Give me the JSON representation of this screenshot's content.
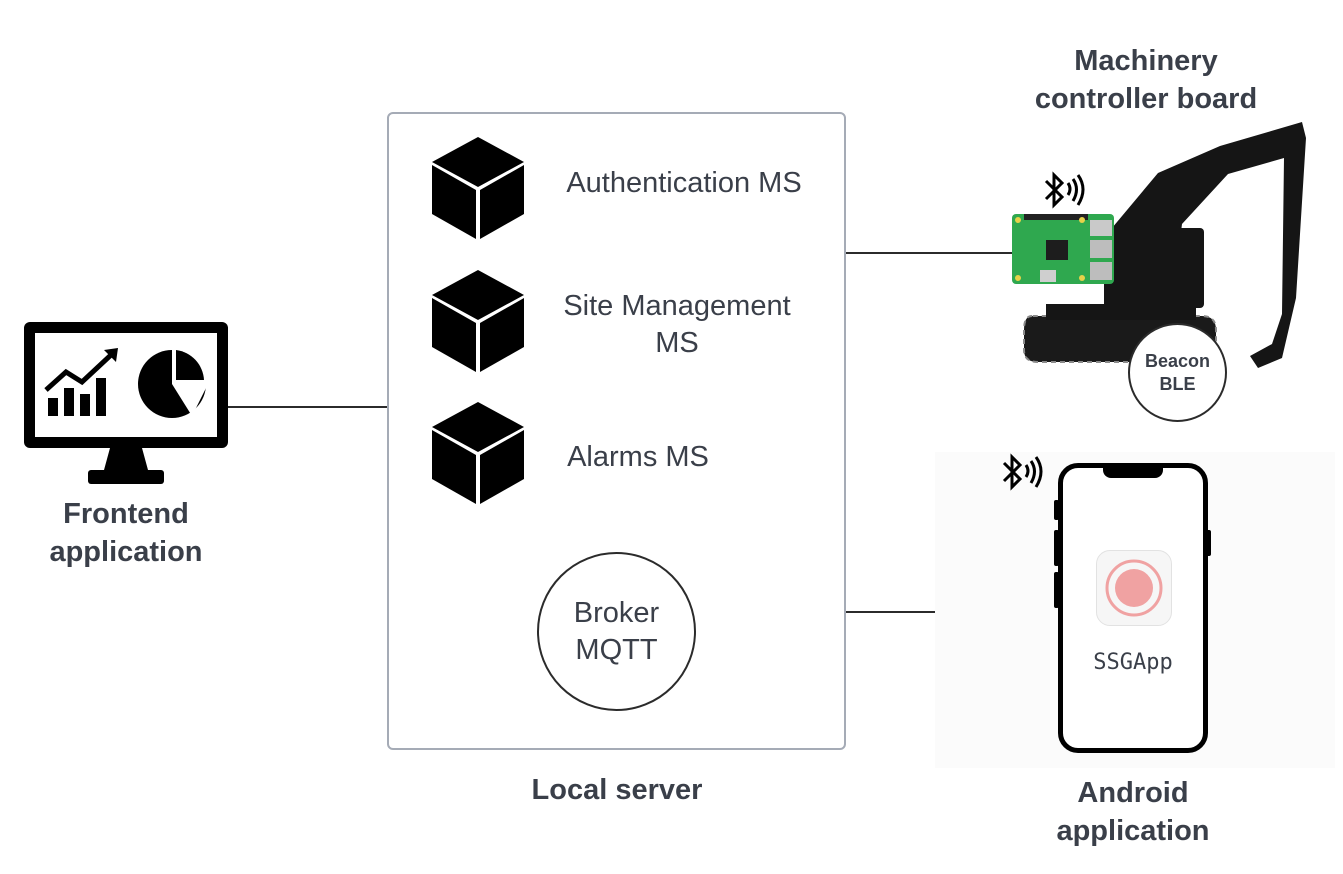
{
  "server": {
    "services": [
      {
        "label": "Authentication MS"
      },
      {
        "label": "Site Management MS"
      },
      {
        "label": "Alarms MS"
      }
    ],
    "broker": {
      "line1": "Broker",
      "line2": "MQTT"
    },
    "caption": "Local server"
  },
  "frontend": {
    "line1": "Frontend",
    "line2": "application"
  },
  "machinery": {
    "line1": "Machinery",
    "line2": "controller board"
  },
  "beacon": {
    "line1": "Beacon",
    "line2": "BLE"
  },
  "android": {
    "line1": "Android",
    "line2": "application",
    "app_name": "SSGApp"
  },
  "icons": {
    "service": "cube-icon",
    "frontend": "monitor-dashboard-icon",
    "bluetooth": "bluetooth-signal-icon",
    "board": "raspberry-pi-board-icon",
    "machine": "excavator-icon",
    "phone": "smartphone-icon"
  },
  "colors": {
    "text": "#3a3f49",
    "box_border": "#a5abb6",
    "board_green": "#2fa84f",
    "app_accent": "#f0a2a2"
  }
}
